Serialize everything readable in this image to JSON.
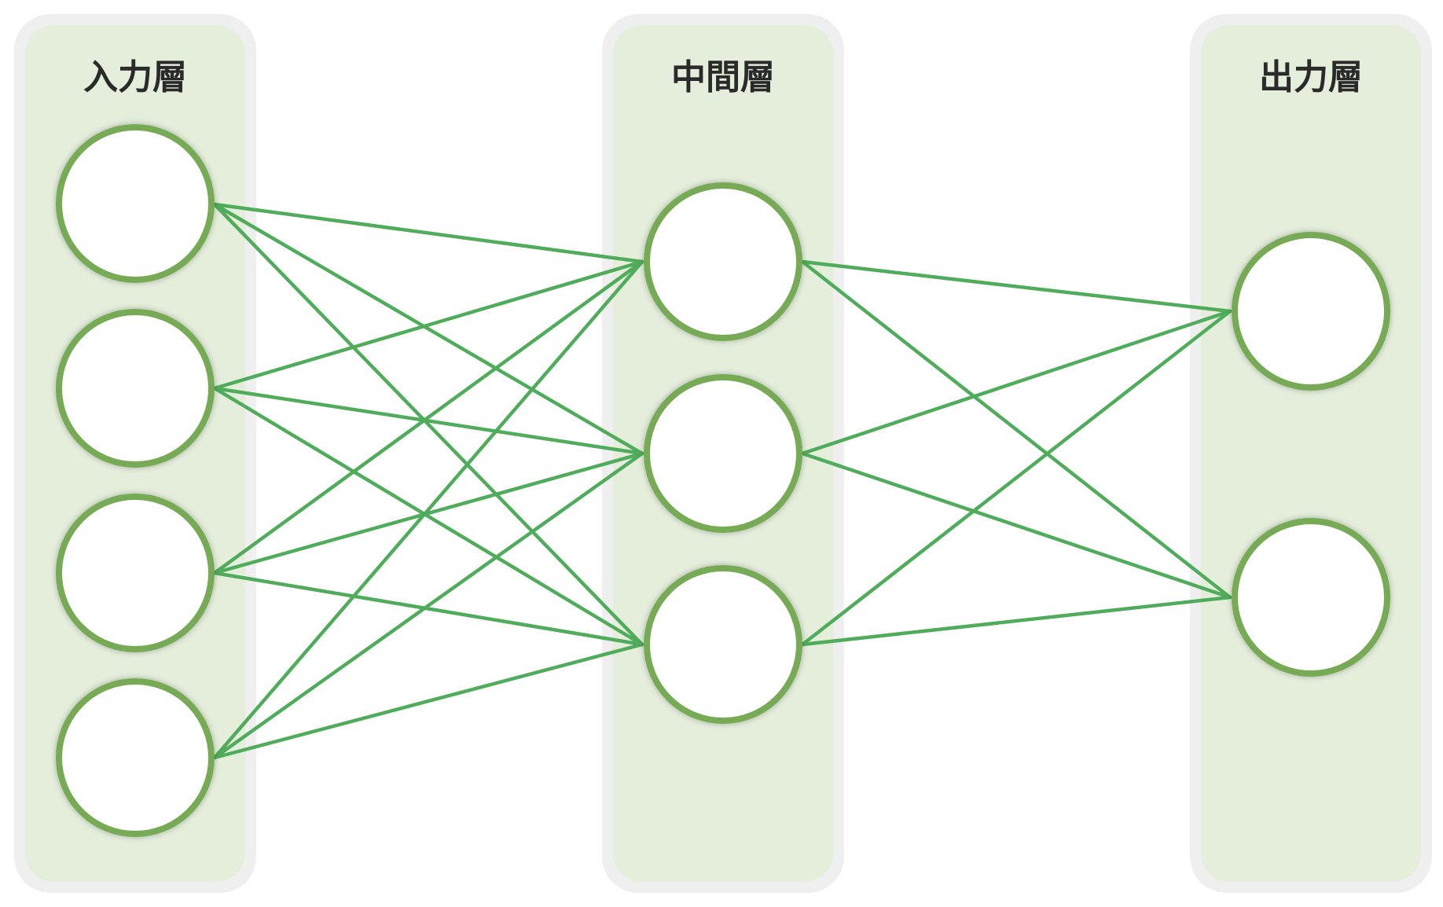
{
  "diagram": {
    "title": "",
    "colors": {
      "panel_border": "#efefef",
      "panel_fill": "#e4eedb",
      "node_fill": "#ffffff",
      "node_stroke": "#76aa55",
      "edge": "#4fac5a",
      "title_text": "#2a2a2a"
    },
    "layers": [
      {
        "id": "input",
        "label": "入力層",
        "node_count": 4
      },
      {
        "id": "hidden",
        "label": "中間層",
        "node_count": 3
      },
      {
        "id": "output",
        "label": "出力層",
        "node_count": 2
      }
    ],
    "connectivity": "fully-connected"
  }
}
